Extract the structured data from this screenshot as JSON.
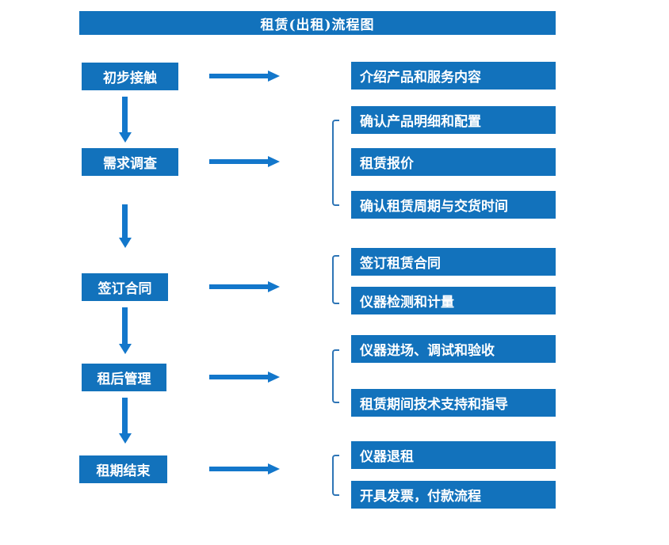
{
  "title": "租赁(出租)流程图",
  "colors": {
    "primary_blue": "#1272BC",
    "arrow_blue": "#1377CB",
    "bracket_blue": "#2E75B6",
    "text_white": "#FFFFFF",
    "background": "#FFFFFF"
  },
  "flow": {
    "steps": [
      {
        "label": "初步接触",
        "outputs": [
          "介绍产品和服务内容"
        ]
      },
      {
        "label": "需求调查",
        "outputs": [
          "确认产品明细和配置",
          "租赁报价",
          "确认租赁周期与交货时间"
        ]
      },
      {
        "label": "签订合同",
        "outputs": [
          "签订租赁合同",
          "仪器检测和计量"
        ]
      },
      {
        "label": "租后管理",
        "outputs": [
          "仪器进场、调试和验收",
          "租赁期间技术支持和指导"
        ]
      },
      {
        "label": "租期结束",
        "outputs": [
          "仪器退租",
          "开具发票，付款流程"
        ]
      }
    ]
  }
}
